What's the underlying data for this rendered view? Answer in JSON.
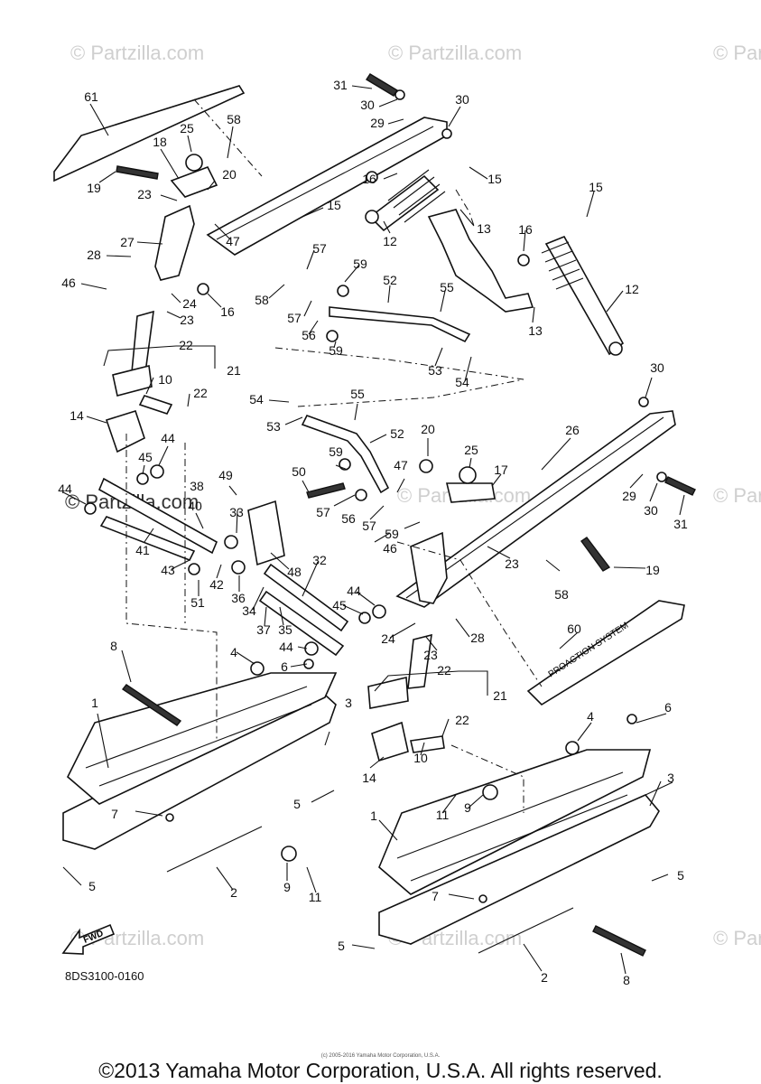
{
  "diagram": {
    "code": "8DS3100-0160",
    "fwd_label": "FWD",
    "decal_text": "PROACTION SYSTEM",
    "watermark": "© Partzilla.com",
    "watermark_dark": "© Partzilla.com",
    "footer_small": "(c) 2005-2016 Yamaha Motor Corporation, U.S.A.",
    "copyright": "©2013 Yamaha Motor Corporation, U.S.A. All rights reserved.",
    "callouts": [
      "61",
      "31",
      "30",
      "30",
      "29",
      "25",
      "58",
      "18",
      "20",
      "19",
      "23",
      "27",
      "28",
      "46",
      "24",
      "23",
      "16",
      "47",
      "15",
      "16",
      "15",
      "12",
      "13",
      "16",
      "15",
      "12",
      "13",
      "57",
      "57",
      "58",
      "59",
      "56",
      "59",
      "52",
      "55",
      "53",
      "54",
      "22",
      "21",
      "10",
      "22",
      "14",
      "54",
      "53",
      "55",
      "52",
      "20",
      "25",
      "17",
      "26",
      "30",
      "29",
      "30",
      "31",
      "45",
      "44",
      "44",
      "38",
      "49",
      "50",
      "59",
      "57",
      "56",
      "57",
      "47",
      "59",
      "46",
      "23",
      "58",
      "19",
      "40",
      "33",
      "43",
      "41",
      "48",
      "42",
      "36",
      "51",
      "32",
      "34",
      "37",
      "35",
      "45",
      "44",
      "28",
      "24",
      "23",
      "60",
      "8",
      "4",
      "6",
      "44",
      "22",
      "21",
      "22",
      "10",
      "14",
      "1",
      "3",
      "4",
      "6",
      "7",
      "5",
      "5",
      "2",
      "9",
      "11",
      "11",
      "9",
      "1",
      "3",
      "7",
      "5",
      "5",
      "2",
      "8"
    ]
  }
}
